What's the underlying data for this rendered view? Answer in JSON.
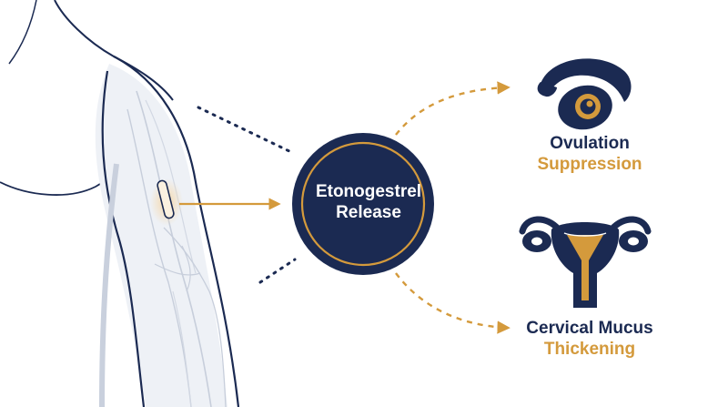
{
  "colors": {
    "navy": "#1b2a52",
    "gold": "#d49a3c",
    "arm_fill": "#f4f6fa",
    "arm_shadow": "#d9dee8"
  },
  "hub": {
    "line1": "Etonogestrel",
    "line2": "Release"
  },
  "outcomes": [
    {
      "title": "Ovulation",
      "subtitle": "Suppression",
      "icon": "ovary-icon"
    },
    {
      "title": "Cervical Mucus",
      "subtitle": "Thickening",
      "icon": "uterus-icon"
    }
  ],
  "implant": {
    "icon": "implant-rod-icon"
  }
}
